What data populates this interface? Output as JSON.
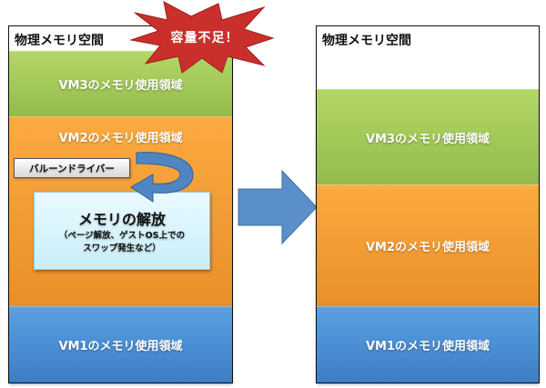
{
  "left_panel": {
    "title": "物理メモリ空間",
    "vm3_label": "VM3のメモリ使用領域",
    "vm2_label": "VM2のメモリ使用領域",
    "vm1_label": "VM1のメモリ使用領域",
    "callout_label": "バルーンドライバー",
    "release_title": "メモリの解放",
    "release_sub_line1": "（ページ解放、ゲストOS上での",
    "release_sub_line2": "スワップ発生など）"
  },
  "alert": {
    "label": "容量不足！",
    "color": "#c0392b"
  },
  "right_panel": {
    "title": "物理メモリ空間",
    "vm3_label": "VM3のメモリ使用領域",
    "vm2_label": "VM2のメモリ使用領域",
    "vm1_label": "VM1のメモリ使用領域"
  },
  "colors": {
    "vm3": "#a3c95a",
    "vm2": "#f49d35",
    "vm1": "#4a8fd4",
    "arrow": "#5b8fc9"
  }
}
